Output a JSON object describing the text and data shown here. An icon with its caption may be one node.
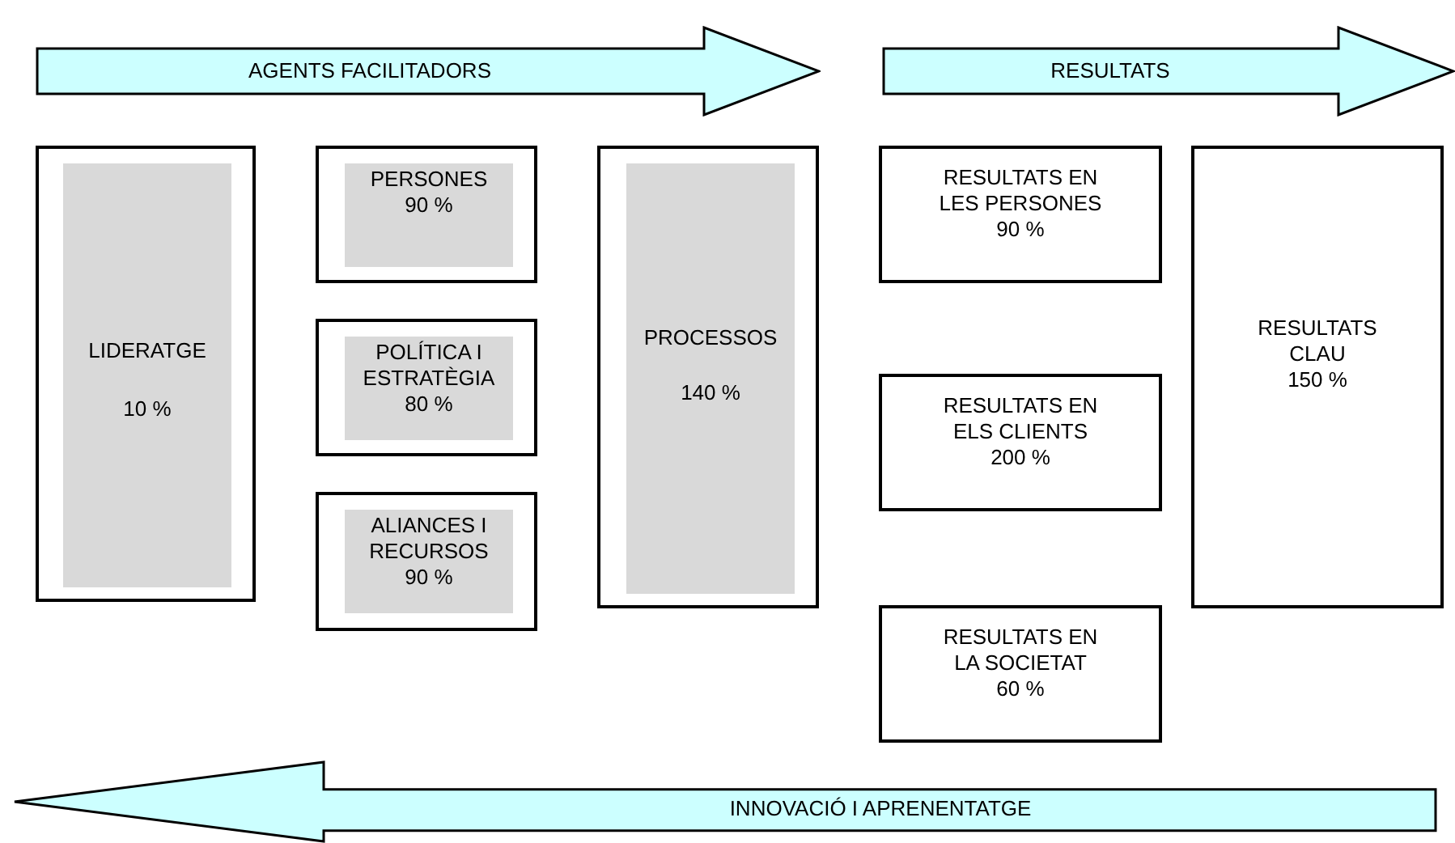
{
  "diagram": {
    "nodes": [
      {
        "text": [
          "AGENTS FACILITADORS"
        ]
      },
      {
        "text": [
          "RESULTATS"
        ]
      },
      {
        "text": [],
        "shape": "box"
      },
      {
        "text": [
          "LIDERATGE",
          "10 %"
        ],
        "in": 2
      },
      {
        "text": [],
        "shape": "box"
      },
      {
        "text": [
          "PERSONES",
          "90 %"
        ],
        "in": 4
      },
      {
        "text": [],
        "shape": "box"
      },
      {
        "text": [
          "POLÍTICA I ESTRATÈGIA",
          "80 %"
        ],
        "in": 6
      },
      {
        "text": [],
        "shape": "box"
      },
      {
        "text": [
          "ALIANCES I RECURSOS",
          "90 %"
        ],
        "in": 8
      },
      {
        "text": [],
        "shape": "box"
      },
      {
        "text": [
          "PROCESSOS",
          "140 %"
        ],
        "in": 10
      },
      {
        "text": [
          "RESULTATS EN LES PERSONES",
          "90 %"
        ]
      },
      {
        "text": [
          "RESULTATS CLAU",
          "150 %"
        ]
      },
      {
        "text": [
          "RESULTATS EN ELS CLIENTS",
          "200 %"
        ]
      },
      {
        "text": [
          "RESULTATS EN LA SOCIETAT",
          "60 %"
        ]
      },
      {
        "text": [
          "INNOVACIÓ I APRENENTATGE"
        ]
      }
    ]
  }
}
